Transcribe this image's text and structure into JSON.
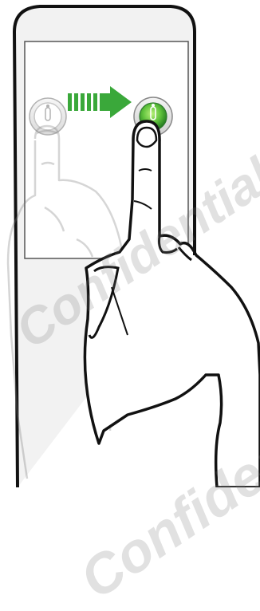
{
  "illustration": {
    "description_icon": "swipe-right-gesture",
    "unlock_icon": "lock-ring-icon",
    "arrow_color": "#3aa83a",
    "active_ring_color": "#2e9a2e"
  },
  "watermark": {
    "line1": "Confidential",
    "line2": "Confidential"
  }
}
